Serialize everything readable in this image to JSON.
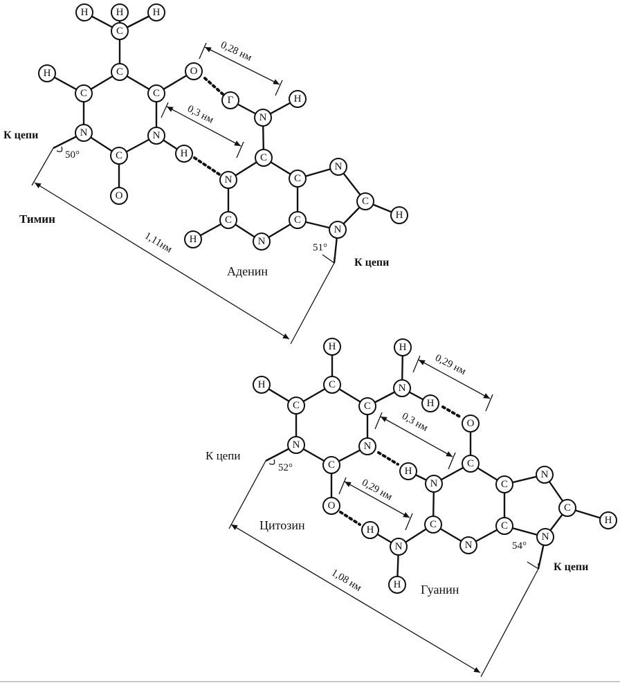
{
  "at_pairs": {
    "thymine_label": "Тимин",
    "adenine_label": "Аденин",
    "chain_left": "К цепи",
    "chain_right": "К цепи",
    "angle_left": "50°",
    "angle_right": "51°",
    "dist_top": "0,28 нм",
    "dist_mid": "0,3 нм",
    "dist_total": "1,11нм",
    "odd_atom": "Г"
  },
  "gc_pairs": {
    "cytosine_label": "Цитозин",
    "guanine_label": "Гуанин",
    "chain_left": "К цепи",
    "chain_right": "К цепи",
    "angle_left": "52°",
    "angle_right": "54°",
    "dist_top": "0,29 нм",
    "dist_mid": "0,3 нм",
    "dist_bottom": "0,29 нм",
    "dist_total": "1,08 нм"
  },
  "atoms": {
    "C": "C",
    "N": "N",
    "O": "O",
    "H": "H"
  }
}
